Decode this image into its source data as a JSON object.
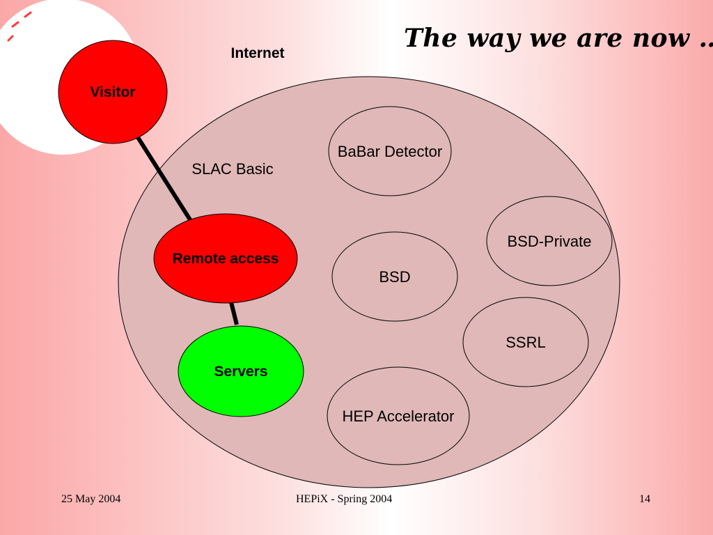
{
  "slide": {
    "title": "The way we are now …",
    "internet_label": "Internet",
    "slac_basic_label": "SLAC Basic"
  },
  "nodes": {
    "visitor": "Visitor",
    "remote_access": "Remote access",
    "servers": "Servers",
    "babar": "BaBar Detector",
    "bsd_private": "BSD-Private",
    "bsd": "BSD",
    "ssrl": "SSRL",
    "hep": "HEP Accelerator"
  },
  "colors": {
    "red_node": "#ff0000",
    "green_node": "#00ff00",
    "slac_fill": "#e0b8b8",
    "connector": "#000000"
  },
  "footer": {
    "date": "25 May 2004",
    "event": "HEPiX - Spring 2004",
    "page": "14"
  }
}
